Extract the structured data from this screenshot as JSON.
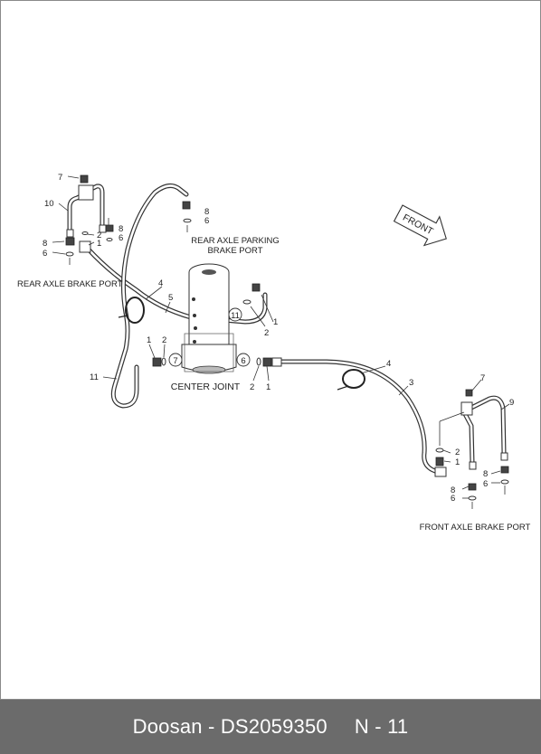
{
  "footer": {
    "brand_part": "Doosan - DS2059350",
    "page": "N - 11"
  },
  "labels": {
    "rear_axle_parking_line1": "REAR AXLE PARKING",
    "rear_axle_parking_line2": "BRAKE PORT",
    "rear_axle_brake_port": "REAR AXLE BRAKE PORT",
    "center_joint": "CENTER JOINT",
    "front_axle_brake_port": "FRONT AXLE BRAKE PORT",
    "front_arrow": "FRONT"
  },
  "callouts": {
    "n1": "1",
    "n2": "2",
    "n3": "3",
    "n4": "4",
    "n5": "5",
    "n6": "6",
    "n7": "7",
    "n8": "8",
    "n9": "9",
    "n10": "10",
    "n11": "11"
  }
}
